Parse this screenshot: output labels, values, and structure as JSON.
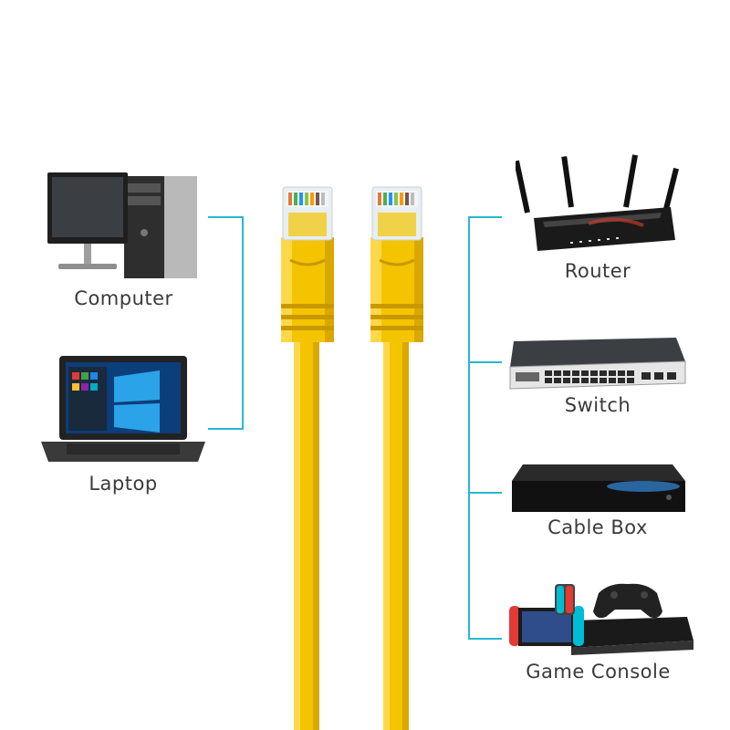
{
  "left_devices": [
    {
      "label": "Computer",
      "icon": "desktop-computer-icon"
    },
    {
      "label": "Laptop",
      "icon": "laptop-icon"
    }
  ],
  "right_devices": [
    {
      "label": "Router",
      "icon": "wifi-router-icon"
    },
    {
      "label": "Switch",
      "icon": "network-switch-icon"
    },
    {
      "label": "Cable Box",
      "icon": "cable-box-icon"
    },
    {
      "label": "Game Console",
      "icon": "game-console-icon"
    }
  ],
  "colors": {
    "cable": "#f5c400",
    "cable_shadow": "#d9a800",
    "connector_line": "#29b6d3",
    "label_text": "#3a3a3a",
    "background": "#ffffff"
  }
}
